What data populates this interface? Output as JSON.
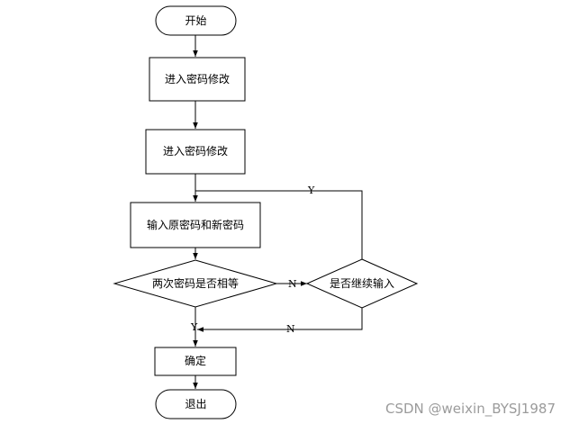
{
  "nodes": {
    "start": {
      "label": "开始"
    },
    "step1": {
      "label": "进入密码修改"
    },
    "step2": {
      "label": "进入密码修改"
    },
    "input": {
      "label": "输入原密码和新密码"
    },
    "check": {
      "label": "两次密码是否相等"
    },
    "retry": {
      "label": "是否继续输入"
    },
    "confirm": {
      "label": "确定"
    },
    "exit": {
      "label": "退出"
    }
  },
  "edges": {
    "check_to_retry": {
      "label": "N"
    },
    "retry_to_input": {
      "label": "Y"
    },
    "check_to_confirm": {
      "label": "Y"
    },
    "retry_to_confirm": {
      "label": "N"
    }
  },
  "watermark": "CSDN @weixin_BYSJ1987",
  "colors": {
    "stroke": "#000000",
    "background": "#ffffff",
    "watermark": "#9b9b9b"
  }
}
